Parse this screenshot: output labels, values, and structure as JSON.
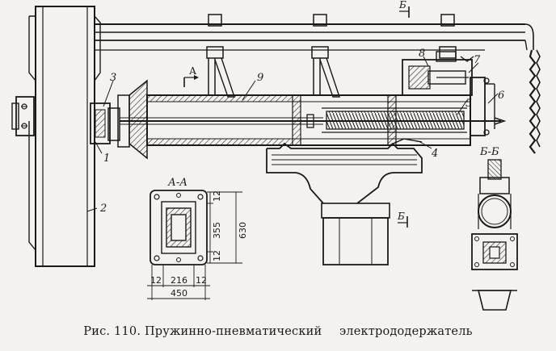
{
  "caption": {
    "number": "Рис. 110.",
    "title_part1": "Пружинно-пневматический",
    "title_part2": "электрододержатель"
  },
  "part_labels": [
    "1",
    "2",
    "3",
    "4",
    "5",
    "6",
    "7",
    "8",
    "9"
  ],
  "section_labels": {
    "a_mark": "А",
    "a_section": "А-А",
    "b_mark_top": "Б",
    "b_mark_bottom": "Б",
    "b_section": "Б-Б"
  },
  "dimensions": {
    "top_12": "12",
    "mid_355": "355",
    "low_12": "12",
    "overall_630": "630",
    "bottom_12_left": "12",
    "bottom_216": "216",
    "bottom_12_right": "12",
    "overall_450": "450"
  }
}
